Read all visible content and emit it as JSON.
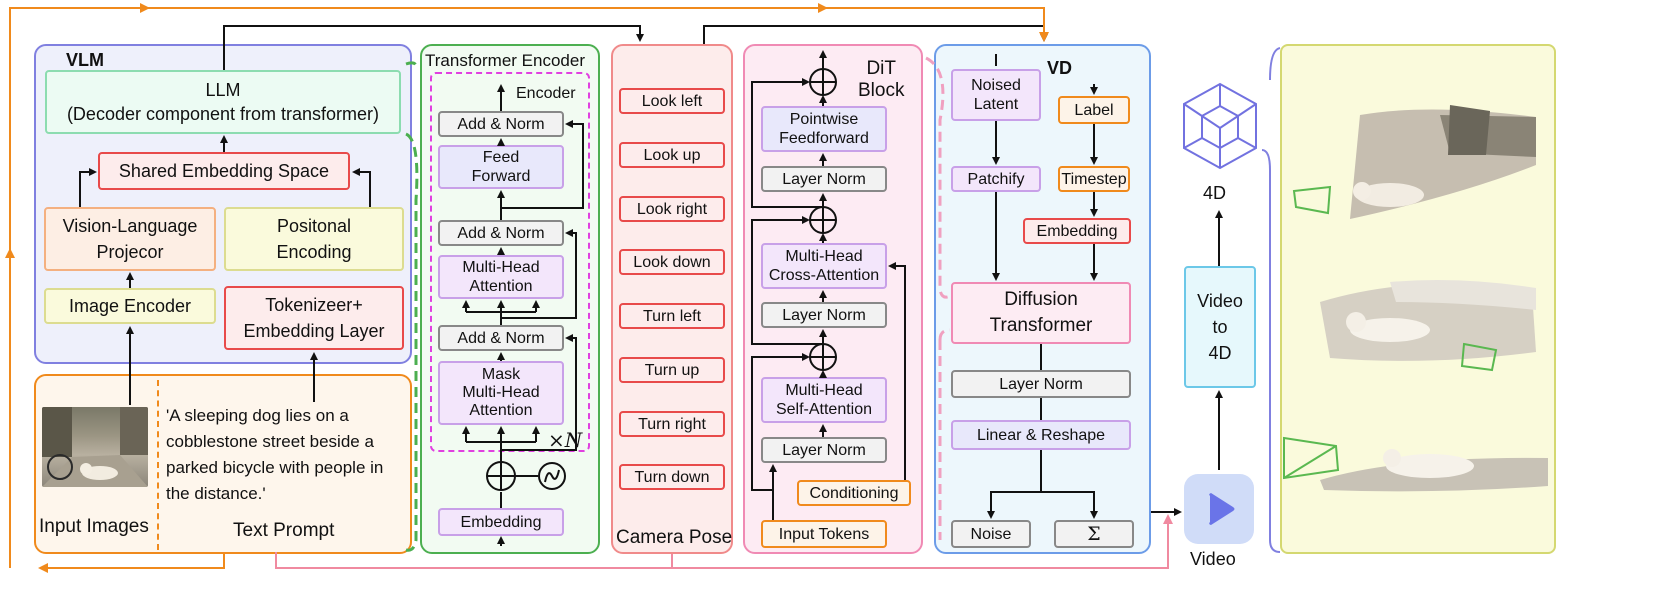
{
  "vlm": {
    "title": "VLM",
    "llm": "LLM\n(Decoder component from transformer)",
    "shared_embedding": "Shared Embedding Space",
    "vl_projector": "Vision-Language\nProjecor",
    "positional_encoding": "Positonal\nEncoding",
    "image_encoder": "Image Encoder",
    "tokenizer": "Tokenizeer+\nEmbedding Layer"
  },
  "inputs": {
    "input_images_label": "Input Images",
    "text_prompt_label": "Text Prompt",
    "prompt_text": "'A sleeping dog lies on a cobblestone street beside a parked bicycle with people in the distance.'"
  },
  "transformer_encoder": {
    "title": "Transformer Encoder",
    "encoder_label": "Encoder",
    "add_norm": "Add & Norm",
    "feed_forward": "Feed\nForward",
    "mha": "Multi-Head\nAttention",
    "mask_mha": "Mask\nMulti-Head\nAttention",
    "embedding": "Embedding",
    "times_n": "×N"
  },
  "camera_pose": {
    "title": "Camera Pose",
    "items": [
      "Look left",
      "Look up",
      "Look right",
      "Look down",
      "Turn left",
      "Turn up",
      "Turn right",
      "Turn down"
    ]
  },
  "dit": {
    "title": "DiT\nBlock",
    "pointwise_ff": "Pointwise\nFeedforward",
    "layer_norm": "Layer Norm",
    "cross_attention": "Multi-Head\nCross-Attention",
    "self_attention": "Multi-Head\nSelf-Attention",
    "conditioning": "Conditioning",
    "input_tokens": "Input Tokens"
  },
  "vd": {
    "title": "VD",
    "noised_latent": "Noised\nLatent",
    "label": "Label",
    "patchify": "Patchify",
    "timestep": "Timestep",
    "embedding": "Embedding",
    "diffusion_transformer": "Diffusion\nTransformer",
    "layer_norm": "Layer Norm",
    "linear_reshape": "Linear & Reshape",
    "noise": "Noise",
    "sigma": "Σ"
  },
  "output": {
    "video_to_4d": "Video\nto\n4D",
    "label_4d": "4D",
    "video_label": "Video"
  },
  "colors": {
    "orange": "#f08a1c",
    "purple_border": "#8080e0",
    "green": "#4caf50",
    "pink": "#f08aa0",
    "red": "#e84a4a",
    "magenta": "#e040e0",
    "cyan": "#6cc8e8"
  }
}
